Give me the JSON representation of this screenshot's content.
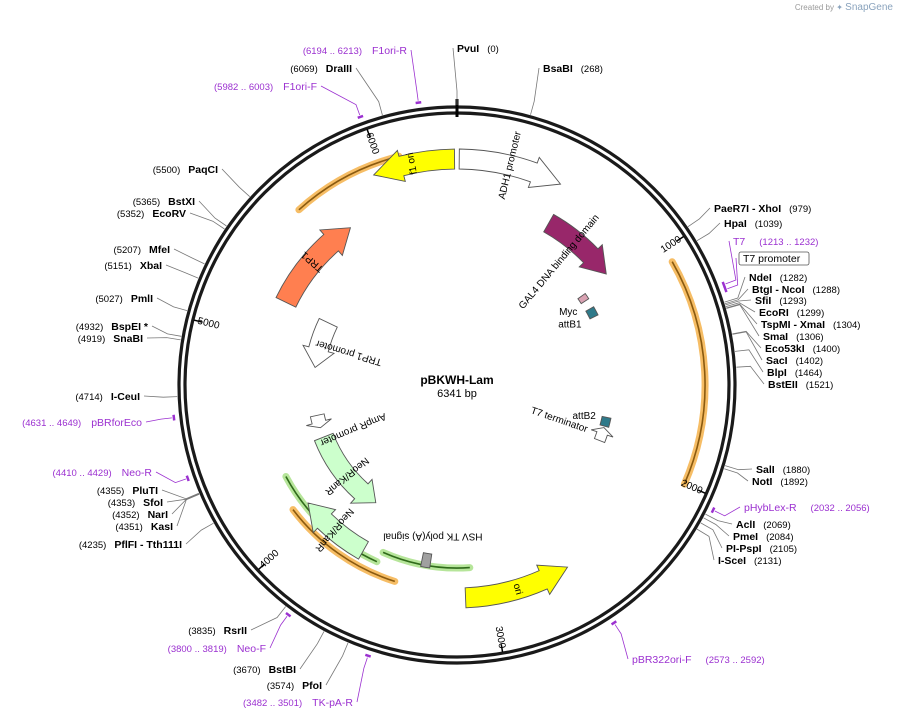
{
  "watermark": {
    "prefix": "Created by",
    "brand": "SnapGene"
  },
  "map": {
    "name": "pBKWH-Lam",
    "length_label": "6341 bp",
    "total_bp": 6341
  },
  "colors": {
    "primer": "#9b30d0",
    "feature_outline": "#555555",
    "site_line": "#777777"
  },
  "ticks": [
    {
      "bp": 1000,
      "label": "1000"
    },
    {
      "bp": 2000,
      "label": "2000"
    },
    {
      "bp": 3000,
      "label": "3000"
    },
    {
      "bp": 4000,
      "label": "4000"
    },
    {
      "bp": 5000,
      "label": "5000"
    },
    {
      "bp": 6000,
      "label": "6000"
    }
  ],
  "features": [
    {
      "name": "f1 ori",
      "color": "#ffff00",
      "type": "arrow"
    },
    {
      "name": "ADH1 promoter",
      "color": "#ffffff",
      "type": "arrow"
    },
    {
      "name": "GAL4 DNA binding domain",
      "color": "#98276a",
      "type": "arrow"
    },
    {
      "name": "Myc",
      "color": "#d9a2b2",
      "type": "box"
    },
    {
      "name": "attB1",
      "color": "#2f7a8a",
      "type": "box"
    },
    {
      "name": "attB2",
      "color": "#2f7a8a",
      "type": "box"
    },
    {
      "name": "T7 terminator",
      "color": "#ffffff",
      "type": "arrow"
    },
    {
      "name": "ori",
      "color": "#ffff00",
      "type": "arrow"
    },
    {
      "name": "HSV TK poly(A) signal",
      "color": "#a0a0a0",
      "type": "box"
    },
    {
      "name": "NeoR/KanR",
      "color": "#ccffcc",
      "type": "arrow"
    },
    {
      "name": "NeoR/KanR",
      "color": "#ccffcc",
      "type": "arrow"
    },
    {
      "name": "AmpR promoter",
      "color": "#ffffff",
      "type": "arrow"
    },
    {
      "name": "TRP1 promoter",
      "color": "#ffffff",
      "type": "arrow"
    },
    {
      "name": "TRP1",
      "color": "#ff7f50",
      "type": "arrow"
    }
  ],
  "sites": [
    {
      "name": "PvuI",
      "pos": "(0)"
    },
    {
      "name": "BsaBI",
      "pos": "(268)"
    },
    {
      "name": "PaeR7I",
      "name2": "XhoI",
      "pos": "(979)"
    },
    {
      "name": "HpaI",
      "pos": "(1039)"
    },
    {
      "name": "NdeI",
      "pos": "(1282)"
    },
    {
      "name": "BtgI",
      "name2": "NcoI",
      "pos": "(1288)"
    },
    {
      "name": "SfiI",
      "pos": "(1293)"
    },
    {
      "name": "EcoRI",
      "pos": "(1299)"
    },
    {
      "name": "TspMI",
      "name2": "XmaI",
      "pos": "(1304)"
    },
    {
      "name": "SmaI",
      "pos": "(1306)"
    },
    {
      "name": "Eco53kI",
      "pos": "(1400)"
    },
    {
      "name": "SacI",
      "pos": "(1402)"
    },
    {
      "name": "BlpI",
      "pos": "(1464)"
    },
    {
      "name": "BstEII",
      "pos": "(1521)"
    },
    {
      "name": "SalI",
      "pos": "(1880)"
    },
    {
      "name": "NotI",
      "pos": "(1892)"
    },
    {
      "name": "AclI",
      "pos": "(2069)"
    },
    {
      "name": "PmeI",
      "pos": "(2084)"
    },
    {
      "name": "PI-PspI",
      "pos": "(2105)"
    },
    {
      "name": "I-SceI",
      "pos": "(2131)"
    },
    {
      "name": "DraIII",
      "pos": "(6069)"
    },
    {
      "name": "PaqCI",
      "pos": "(5500)"
    },
    {
      "name": "BstXI",
      "pos": "(5365)"
    },
    {
      "name": "EcoRV",
      "pos": "(5352)"
    },
    {
      "name": "MfeI",
      "pos": "(5207)"
    },
    {
      "name": "XbaI",
      "pos": "(5151)"
    },
    {
      "name": "PmlI",
      "pos": "(5027)"
    },
    {
      "name": "BspEI *",
      "pos": "(4932)"
    },
    {
      "name": "SnaBI",
      "pos": "(4919)"
    },
    {
      "name": "I-CeuI",
      "pos": "(4714)"
    },
    {
      "name": "PluTI",
      "pos": "(4355)"
    },
    {
      "name": "SfoI",
      "pos": "(4353)"
    },
    {
      "name": "NarI",
      "pos": "(4352)"
    },
    {
      "name": "KasI",
      "pos": "(4351)"
    },
    {
      "name": "PflFI",
      "name2": "Tth111I",
      "pos": "(4235)"
    },
    {
      "name": "RsrII",
      "pos": "(3835)"
    },
    {
      "name": "BstBI",
      "pos": "(3670)"
    },
    {
      "name": "PfoI",
      "pos": "(3574)"
    }
  ],
  "primers": [
    {
      "name": "F1ori-R",
      "range": "(6194 .. 6213)"
    },
    {
      "name": "F1ori-F",
      "range": "(5982 .. 6003)"
    },
    {
      "name": "T7",
      "range": "(1213 .. 1232)"
    },
    {
      "name": "T7 promoter",
      "range": ""
    },
    {
      "name": "pHybLex-R",
      "range": "(2032 .. 2056)"
    },
    {
      "name": "pBR322ori-F",
      "range": "(2573 .. 2592)"
    },
    {
      "name": "TK-pA-R",
      "range": "(3482 .. 3501)"
    },
    {
      "name": "Neo-F",
      "range": "(3800 .. 3819)"
    },
    {
      "name": "Neo-R",
      "range": "(4410 .. 4429)"
    },
    {
      "name": "pBRforEco",
      "range": "(4631 .. 4649)"
    }
  ]
}
